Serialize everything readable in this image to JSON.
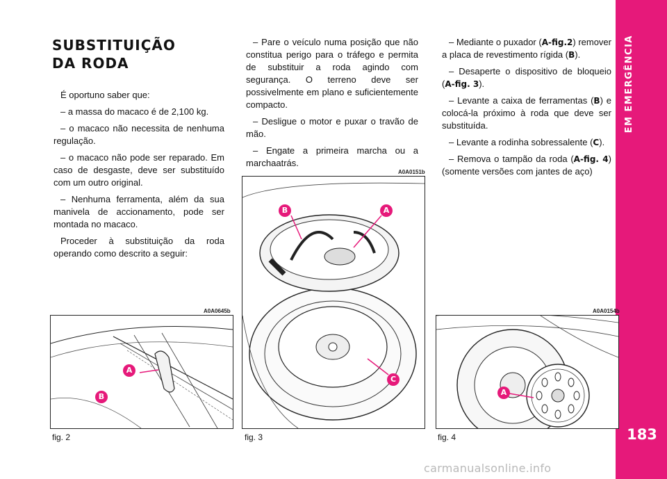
{
  "sidebar": {
    "section": "EM EMERGÊNCIA",
    "page_number": "183",
    "color": "#e6197a"
  },
  "title": {
    "line1": "SUBSTITUIÇÃO",
    "line2": "DA RODA"
  },
  "col1": {
    "p1": "É oportuno saber que:",
    "p2": "– a massa do macaco é de 2,100 kg.",
    "p3": "– o macaco não necessita de nenhuma regulação.",
    "p4": "– o macaco não pode ser reparado. Em caso de desgaste, deve ser substituído com um outro original.",
    "p5": "– Nenhuma ferramenta, além da sua manivela de accionamento, pode ser montada no macaco.",
    "p6": "Proceder à substituição da roda operando como descrito a seguir:"
  },
  "col2": {
    "p1": "– Pare o veículo numa posição que não constitua perigo para o tráfego e permita de substituir a roda agindo com segurança. O terreno deve ser possivelmente em plano e suficientemente compacto.",
    "p2": "– Desligue o motor e puxar o travão de mão.",
    "p3": "– Engate a primeira marcha ou a marchaatrás."
  },
  "col3": {
    "p1_a": "– Mediante o puxador (",
    "p1_ref": "A-fig.2",
    "p1_b": ") remover a placa de revestimento rígida (",
    "p1_ref2": "B",
    "p1_c": ").",
    "p2_a": "– Desaperte o dispositivo de bloqueio (",
    "p2_ref": "A-fig. 3",
    "p2_b": ").",
    "p3_a": "– Levante a caixa de ferramentas (",
    "p3_ref": "B",
    "p3_b": ") e colocá-la próximo à roda que deve ser substituída.",
    "p4_a": "– Levante a rodinha sobressalente (",
    "p4_ref": "C",
    "p4_b": ").",
    "p5_a": "– Remova o tampão da roda (",
    "p5_ref": "A-fig. 4",
    "p5_b": ") (somente versões com jantes de aço)"
  },
  "figures": [
    {
      "code": "A0A0645b",
      "caption": "fig. 2",
      "markers": [
        "A",
        "B"
      ]
    },
    {
      "code": "A0A0151b",
      "caption": "fig. 3",
      "markers": [
        "B",
        "A",
        "C"
      ]
    },
    {
      "code": "A0A0154b",
      "caption": "fig. 4",
      "markers": [
        "A"
      ]
    }
  ],
  "watermark": "carmanualsonline.info"
}
